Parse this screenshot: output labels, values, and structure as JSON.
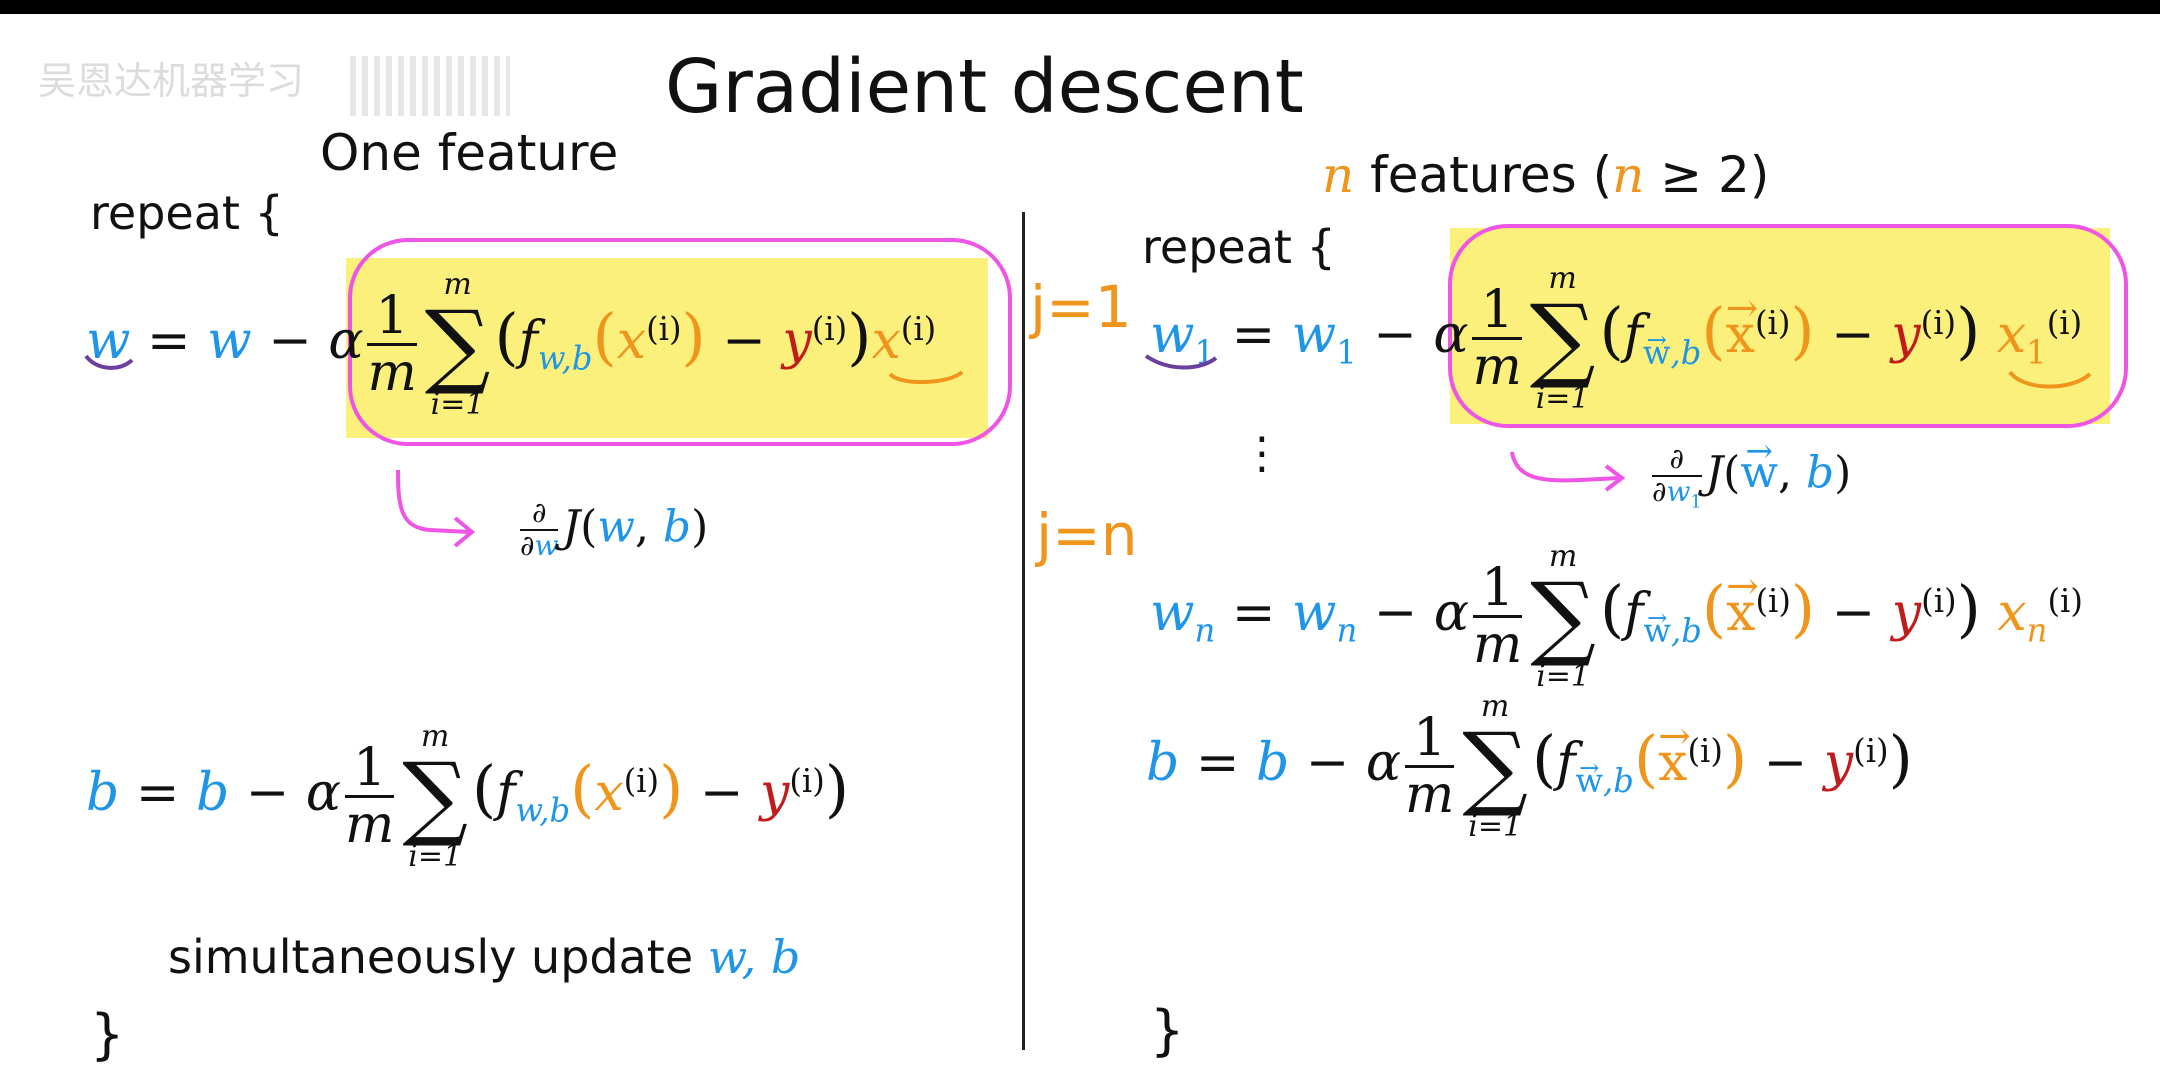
{
  "title": "Gradient descent",
  "watermark": "吴恩达机器学习",
  "left": {
    "heading": "One feature",
    "repeat_open": "repeat {",
    "w_update": {
      "lhs": "w",
      "rhs_var": "w",
      "lr": "α",
      "frac_num": "1",
      "frac_den": "m",
      "sum_upper": "m",
      "sum_lower": "i=1",
      "f": "f",
      "f_sub": "w,b",
      "x": "x",
      "sup_i": "(i)",
      "y": "y",
      "x_tail": "x"
    },
    "w_derivative": {
      "d_num": "∂",
      "d_den": "∂",
      "d_var": "w",
      "J": "J",
      "arg1": "w",
      "arg2": "b"
    },
    "b_update": {
      "lhs": "b",
      "rhs_var": "b",
      "lr": "α",
      "frac_num": "1",
      "frac_den": "m",
      "sum_upper": "m",
      "sum_lower": "i=1",
      "f": "f",
      "f_sub": "w,b",
      "x": "x",
      "sup_i": "(i)",
      "y": "y"
    },
    "simul_text": "simultaneously update",
    "simul_vars": "w, b",
    "repeat_close": "}"
  },
  "right": {
    "heading_n": "n",
    "heading_text": "features",
    "heading_cond_n": "n",
    "heading_cond_rest": "≥ 2)",
    "heading_paren": "(",
    "repeat_open": "repeat {",
    "j1_note": "j=1",
    "jn_note": "j=n",
    "w1_update": {
      "lhs": "w",
      "lhs_sub": "1",
      "lr": "α",
      "frac_num": "1",
      "frac_den": "m",
      "sum_upper": "m",
      "sum_lower": "i=1",
      "f": "f",
      "f_sub_w": "w",
      "f_sub_b": ",b",
      "x": "x",
      "sup_i": "(i)",
      "y": "y",
      "x_tail": "x",
      "x_tail_sub": "1"
    },
    "ellipsis": "⋮",
    "w1_derivative": {
      "d_num": "∂",
      "d_den": "∂",
      "d_var": "w",
      "d_var_sub": "1",
      "J": "J",
      "arg1": "w",
      "arg2": "b"
    },
    "wn_update": {
      "lhs": "w",
      "lhs_sub": "n",
      "lr": "α",
      "frac_num": "1",
      "frac_den": "m",
      "sum_upper": "m",
      "sum_lower": "i=1",
      "f": "f",
      "f_sub_w": "w",
      "f_sub_b": ",b",
      "x": "x",
      "sup_i": "(i)",
      "y": "y",
      "x_tail": "x",
      "x_tail_sub": "n"
    },
    "b_update": {
      "lhs": "b",
      "rhs_var": "b",
      "lr": "α",
      "frac_num": "1",
      "frac_den": "m",
      "sum_upper": "m",
      "sum_lower": "i=1",
      "f": "f",
      "f_sub_w": "w",
      "f_sub_b": ",b",
      "x": "x",
      "sup_i": "(i)",
      "y": "y"
    },
    "repeat_close": "}"
  },
  "colors": {
    "blue": "#1f95e8",
    "orange": "#f0951c",
    "red": "#c01c1c",
    "highlight": "#fbf07c",
    "ink": "#ee55e4"
  }
}
